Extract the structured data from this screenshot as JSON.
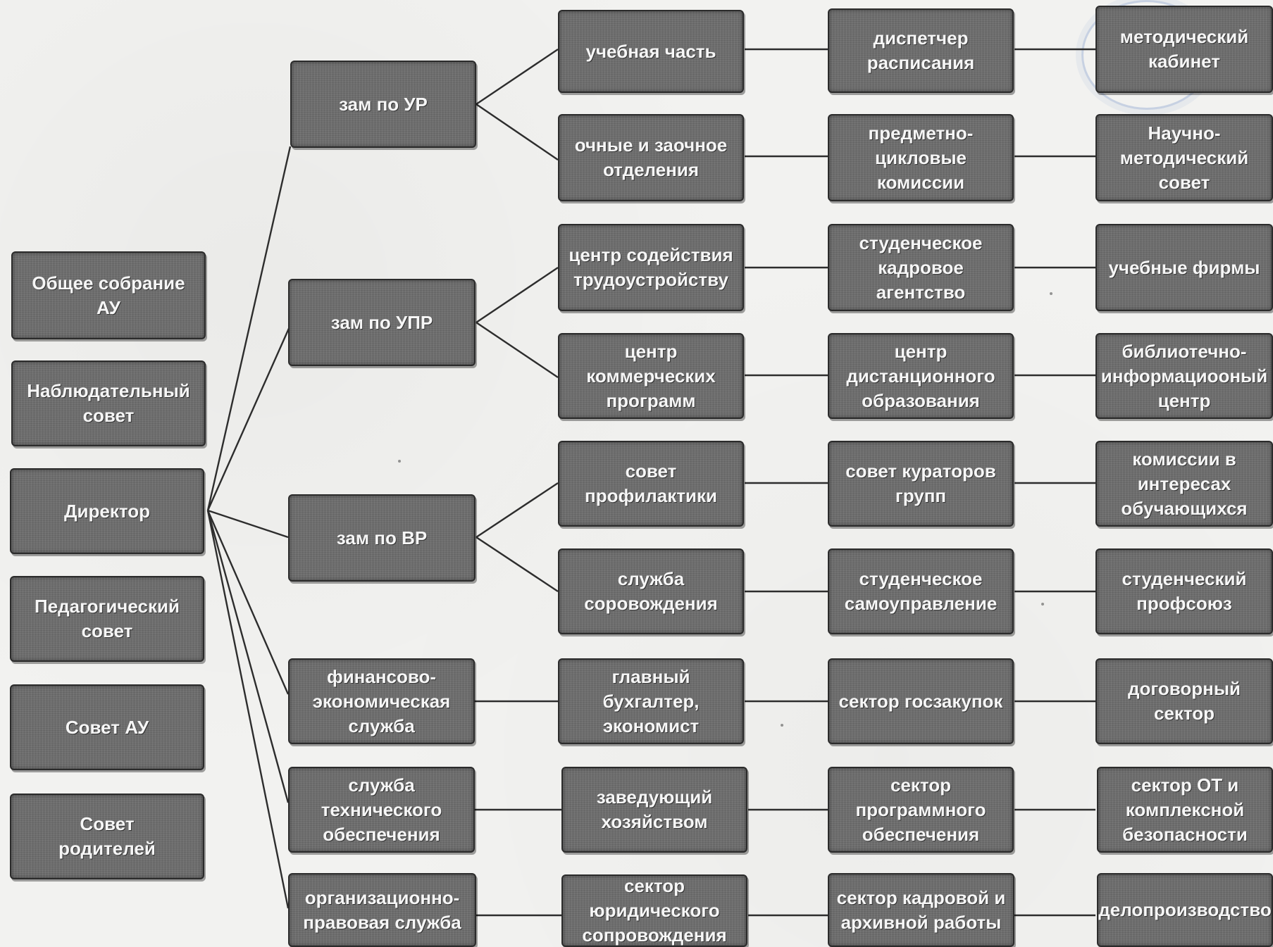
{
  "nodes": {
    "obshchee_sobranie": "Общее собрание\nАУ",
    "nablyudatelny_sovet": "Наблюдательный\nсовет",
    "direktor": "Директор",
    "pedagogichesky_sovet": "Педагогический\nсовет",
    "sovet_au": "Совет АУ",
    "sovet_roditelej": "Совет\nродителей",
    "zam_ur": "зам по УР",
    "zam_upr": "зам по УПР",
    "zam_vr": "зам по ВР",
    "fin_ek_sluzhba": "финансово-\nэкономическая\nслужба",
    "sluzhba_tekh": "служба\nтехнического\nобеспечения",
    "org_prav_sluzhba": "организационно-\nправовая служба",
    "uchebnaya_chast": "учебная часть",
    "ochnye_otdeleniya": "очные  и  заочное\nотделения",
    "centr_trud": "центр содействия\nтрудоустройству",
    "centr_komm": "центр\nкоммерческих\nпрограмм",
    "sovet_prof": "совет\nпрофилактики",
    "sluzhba_sorov": "служба\nсоровождения",
    "gl_buh": "главный\nбухгалтер,\nэкономист",
    "zav_hoz": "заведующий\nхозяйством",
    "sektor_yur": "сектор\nюридического\nсопровождения",
    "dispetcher": "диспетчер\nрасписания",
    "pck": "предметно-\nцикловые\nкомиссии",
    "stud_kadr": "студенческое\nкадровое\nагентство",
    "centr_dist": "центр\nдистанционного\nобразования",
    "sovet_kurat": "совет кураторов\nгрупп",
    "stud_samoupr": "студенческое\nсамоуправление",
    "sektor_goszak": "сектор госзакупок",
    "sektor_prog": "сектор\nпрограммного\nобеспечения",
    "sektor_kadr": "сектор кадровой и\nархивной  работы",
    "metod_kab": "методический\nкабинет",
    "nauch_metod": "Научно-\nметодический\nсовет",
    "uch_firmy": "учебные фирмы",
    "bibl": "библиотечно-\nинформациооный\nцентр",
    "komissii": "комиссии в\nинтересах\nобучающихся",
    "stud_profsoyuz": "студенческий\nпрофсоюз",
    "dogovor": "договорный\nсектор",
    "sektor_ot": "сектор ОТ и\nкомплексной\nбезопасности",
    "deloproizv": "делопроизводство"
  }
}
